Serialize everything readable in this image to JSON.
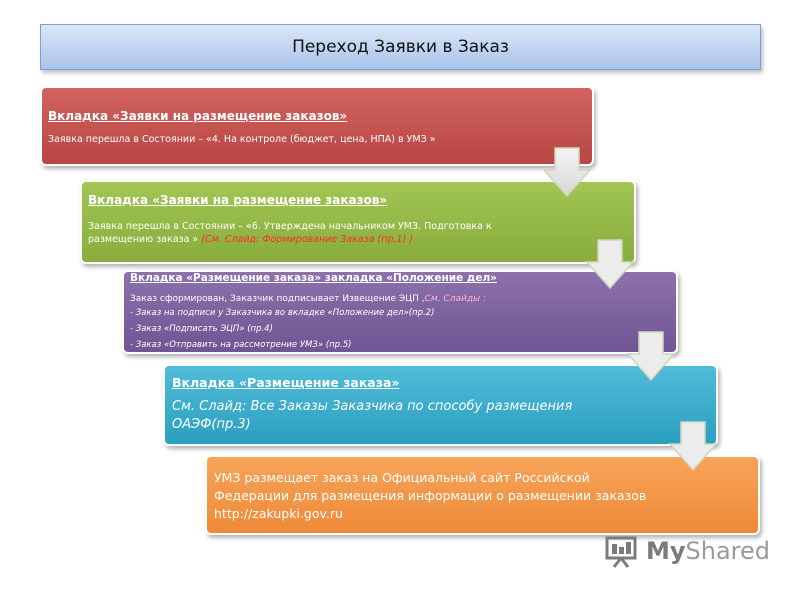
{
  "title": "Переход Заявки в Заказ",
  "steps": [
    {
      "header": "Вкладка «Заявки на размещение заказов»",
      "text": "Заявка перешла в Состоянии – «4. На контроле (бюджет, цена, НПА) в УМЗ »",
      "color": "#c0504d"
    },
    {
      "header": "Вкладка «Заявки на размещение заказов»",
      "text": "Заявка перешла в Состоянии – «6. Утверждена начальником УМЗ. Подготовка к размещению заказа »",
      "ref": "(См. Слайд: Формирование Заказа (пр.1) )",
      "color": "#9bbb59"
    },
    {
      "header": "Вкладка «Размещение заказа» закладка «Положение дел»",
      "text": "Заказ сформирован, Заказчик подписывает Извещение ЭЦП ,",
      "ref": "См. Слайды :",
      "items": [
        "- Заказ на подписи у Заказчика во вкладке «Положение дел»(пр.2)",
        "- Заказ «Подписать ЭЦП» (пр.4)",
        "- Заказ «Отправить на рассмотрение УМЗ» (пр.5)"
      ],
      "color": "#8064a2"
    },
    {
      "header": "Вкладка «Размещение заказа»",
      "text": "См. Слайд: Все Заказы Заказчика по способу размещения ОАЭФ(пр.3)",
      "color": "#4bacc6"
    },
    {
      "text": "УМЗ размещает заказ на Официальный сайт Российской Федерации для размещения информации о размещении заказов  http://zakupki.gov.ru",
      "color": "#f79646"
    }
  ],
  "logo": {
    "prefix": "My",
    "suffix": "Shared"
  }
}
